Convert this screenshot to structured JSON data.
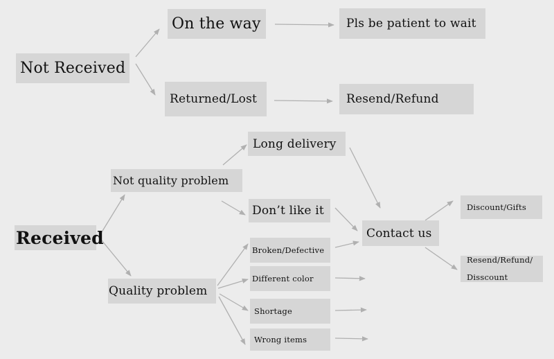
{
  "colors": {
    "background": "#ececec",
    "box_fill": "#d6d6d6",
    "text": "#111111",
    "arrow": "#b0b0b0"
  },
  "nodes": {
    "not_received": "Not Received",
    "on_the_way": "On the way",
    "pls_wait": "Pls be patient to wait",
    "returned_lost": "Returned/Lost",
    "resend_refund": "Resend/Refund",
    "received": "Received",
    "not_quality_problem": "Not quality problem",
    "long_delivery": "Long delivery",
    "dont_like_it": "Don’t like it",
    "quality_problem": "Quality problem",
    "broken_defective": "Broken/Defective",
    "different_color": "Different color",
    "shortage": "Shortage",
    "wrong_items": "Wrong items",
    "contact_us": "Contact us",
    "discount_gifts": "Discount/Gifts",
    "resend_refund_discount_line1": "Resend/Refund/",
    "resend_refund_discount_line2": "Disscount"
  }
}
